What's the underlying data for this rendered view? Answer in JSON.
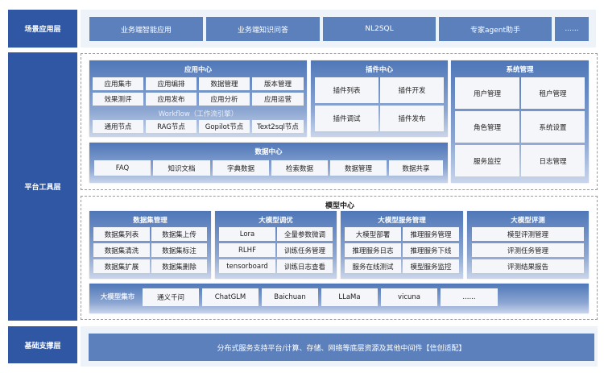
{
  "layers": {
    "scene": {
      "label": "场景应用层",
      "items": [
        "业务端智能应用",
        "业务端知识问答",
        "NL2SQL",
        "专家agent助手",
        "......"
      ]
    },
    "platform": {
      "label": "平台工具层",
      "app_center": {
        "title": "应用中心",
        "items": [
          "应用集市",
          "应用编排",
          "数据管理",
          "版本管理",
          "效果测评",
          "应用发布",
          "应用分析",
          "应用运营"
        ],
        "workflow_title": "Workflow（工作流引擎）",
        "workflow_items": [
          "通用节点",
          "RAG节点",
          "Gopilot节点",
          "Text2sql节点"
        ]
      },
      "plugin_center": {
        "title": "插件中心",
        "items": [
          "插件列表",
          "插件开发",
          "插件调试",
          "插件发布"
        ]
      },
      "system_mgmt": {
        "title": "系统管理",
        "items": [
          "用户管理",
          "租户管理",
          "角色管理",
          "系统设置",
          "服务监控",
          "日志管理"
        ]
      },
      "data_center": {
        "title": "数据中心",
        "items": [
          "FAQ",
          "知识文档",
          "字典数据",
          "检索数据",
          "数据管理",
          "数据共享"
        ]
      },
      "model_center": {
        "title": "模型中心",
        "dataset_mgmt": {
          "title": "数据集管理",
          "items": [
            "数据集列表",
            "数据集上传",
            "数据集清洗",
            "数据集标注",
            "数据集扩展",
            "数据集删除"
          ]
        },
        "tuning": {
          "title": "大模型调优",
          "items": [
            "Lora",
            "全量参数微调",
            "RLHF",
            "训练任务管理",
            "tensorboard",
            "训练日志查看"
          ]
        },
        "service_mgmt": {
          "title": "大模型服务管理",
          "items": [
            "大模型部署",
            "推理服务管理",
            "推理服务日志",
            "推理服务下线",
            "服务在线测试",
            "模型服务监控"
          ]
        },
        "evaluation": {
          "title": "大模型评测",
          "items": [
            "模型评测管理",
            "评测任务管理",
            "评测结果报告"
          ]
        },
        "market": {
          "title": "大模型集市",
          "items": [
            "通义千问",
            "ChatGLM",
            "Baichuan",
            "LLaMa",
            "vicuna",
            "......"
          ]
        }
      }
    },
    "foundation": {
      "label": "基础支撑层",
      "content": "分布式服务支持平台/计算、存储、网络等底层资源及其他中间件【信创适配】"
    }
  },
  "colors": {
    "layer_label": "#2f57a3",
    "scene_button": "#5c80bc",
    "panel_top": "#4f77b8",
    "panel_bottom": "#c9d5ea",
    "cell": "#f5f6fa",
    "layer_bg": "#eef3fa"
  }
}
